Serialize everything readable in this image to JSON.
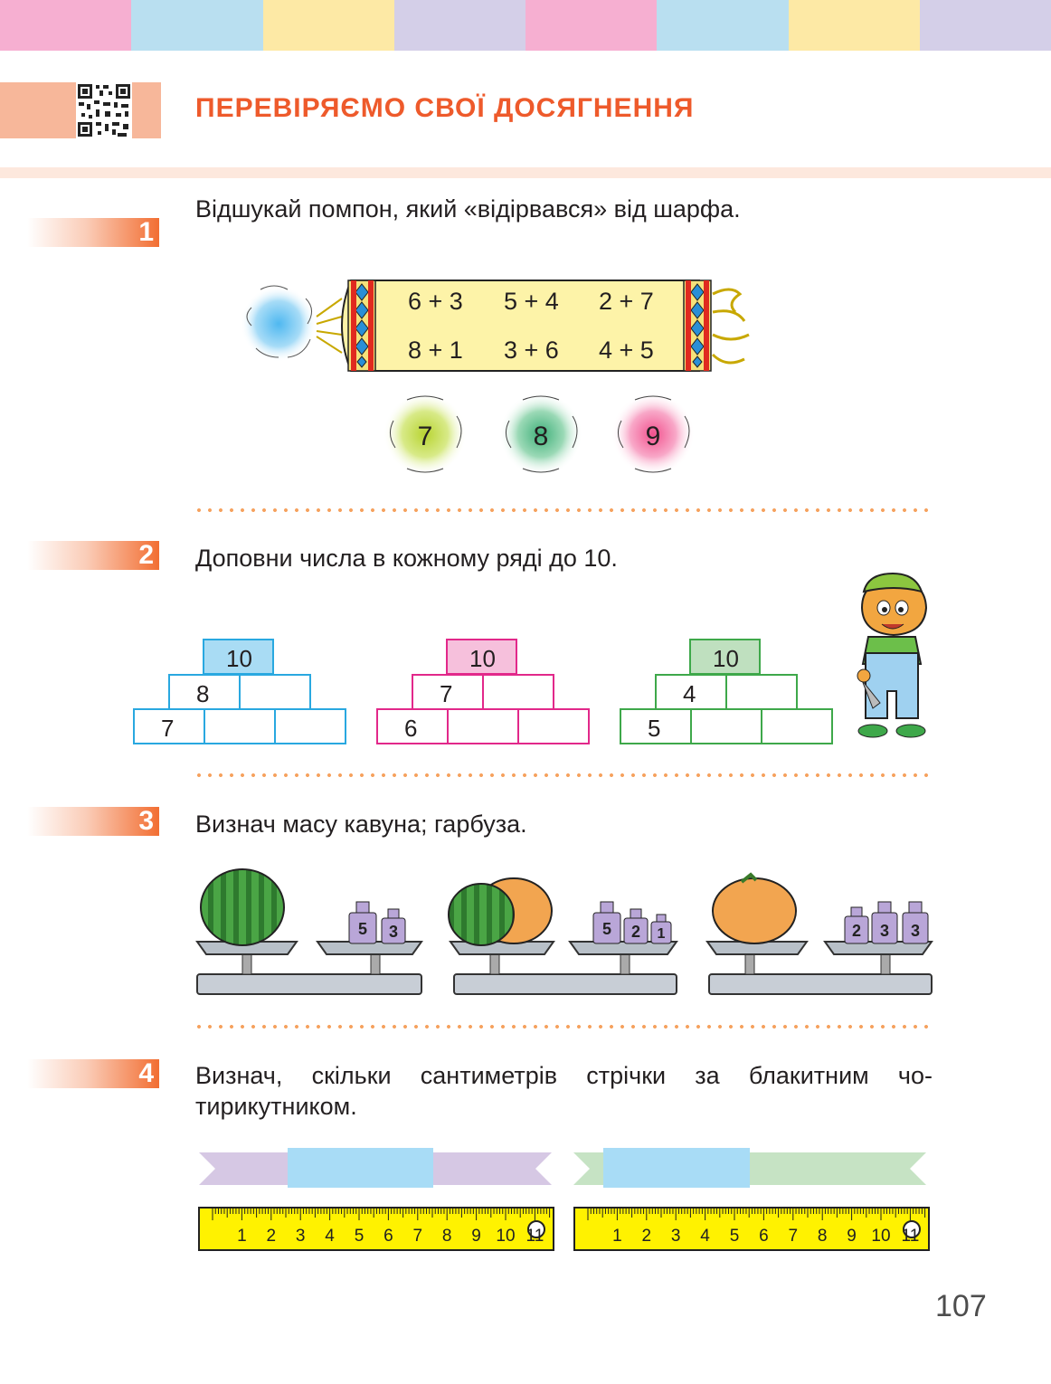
{
  "header": {
    "title": "ПЕРЕВІРЯЄМО СВОЇ ДОСЯГНЕННЯ",
    "top_colors": [
      "#f6afd1",
      "#b9dff0",
      "#fde9a5",
      "#d4cfe8",
      "#f6afd1",
      "#b9dff0",
      "#fde9a5",
      "#d4cfe8"
    ]
  },
  "tasks": [
    {
      "num": "1",
      "text": "Відшукай помпон, який «відірвався» від шарфа."
    },
    {
      "num": "2",
      "text": "Доповни числа в кожному ряді до 10."
    },
    {
      "num": "3",
      "text": "Визнач масу кавуна; гарбуза."
    },
    {
      "num": "4",
      "text_line1": "Визнач, скільки сантиметрів стрічки за блакитним чо-",
      "text_line2": "тирикутником."
    }
  ],
  "scarf": {
    "row1": [
      "6 + 3",
      "5 + 4",
      "2 + 7"
    ],
    "row2": [
      "8 + 1",
      "3 + 6",
      "4 + 5"
    ]
  },
  "pompons": [
    {
      "label": "7",
      "color": "#b8d432"
    },
    {
      "label": "8",
      "color": "#3fb07a"
    },
    {
      "label": "9",
      "color": "#f2528e"
    }
  ],
  "pyramids": [
    {
      "top": "10",
      "mid": "8",
      "bottom": "7",
      "color": "#29a8e0",
      "fill": "#a9dcf4"
    },
    {
      "top": "10",
      "mid": "7",
      "bottom": "6",
      "color": "#e2288a",
      "fill": "#f6c0dc"
    },
    {
      "top": "10",
      "mid": "4",
      "bottom": "5",
      "color": "#3ea84a",
      "fill": "#bfe0bf"
    }
  ],
  "scales": [
    {
      "weights": [
        "5",
        "3"
      ]
    },
    {
      "weights": [
        "5",
        "2",
        "1"
      ]
    },
    {
      "weights": [
        "2",
        "3",
        "3"
      ]
    }
  ],
  "rulers": {
    "ticks": [
      "1",
      "2",
      "3",
      "4",
      "5",
      "6",
      "7",
      "8",
      "9",
      "10",
      "11"
    ]
  },
  "page_number": "107"
}
